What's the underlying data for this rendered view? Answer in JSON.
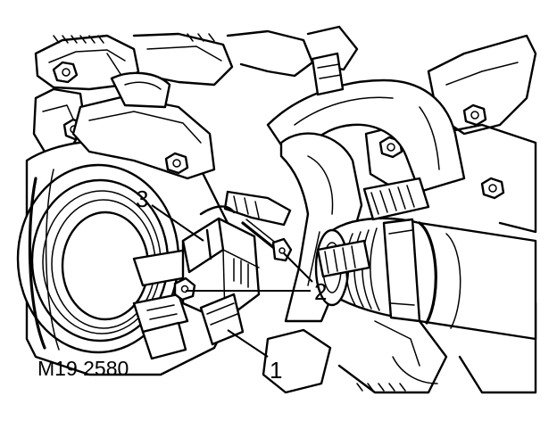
{
  "figure": {
    "reference": "M19 2580",
    "callouts": [
      {
        "number": "1"
      },
      {
        "number": "2"
      },
      {
        "number": "3"
      }
    ]
  }
}
